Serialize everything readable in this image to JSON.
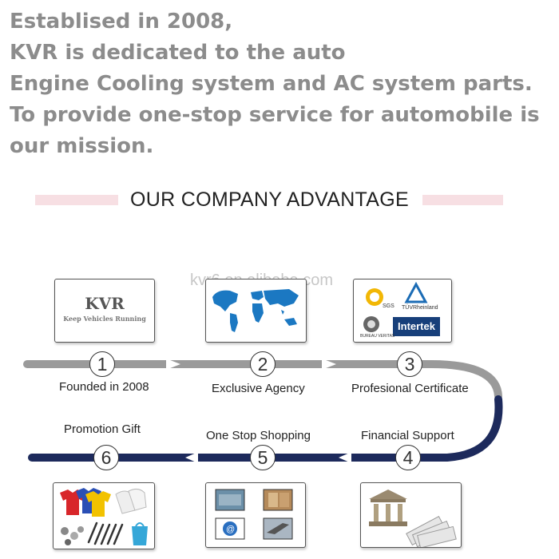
{
  "intro": {
    "lines": [
      "Establised in 2008,",
      "KVR is dedicated to the auto",
      "Engine Cooling system and AC system parts.",
      "To provide one-stop service for automobile is",
      "our mission."
    ]
  },
  "section_title": "OUR COMPANY ADVANTAGE",
  "watermark": "kvr6.en.alibaba.com",
  "logo": {
    "title": "KVR",
    "tagline": "Keep Vehicles Running"
  },
  "certs": {
    "sgs": "SGS",
    "tuv": "TÜVRheinland",
    "intertek": "Intertek",
    "bureau": "BUREAU VERITAS"
  },
  "steps": [
    {
      "number": "1",
      "label": "Founded in 2008"
    },
    {
      "number": "2",
      "label": "Exclusive Agency"
    },
    {
      "number": "3",
      "label": "Profesional Certificate"
    },
    {
      "number": "4",
      "label": "Financial Support"
    },
    {
      "number": "5",
      "label": "One Stop Shopping"
    },
    {
      "number": "6",
      "label": "Promotion Gift"
    }
  ],
  "colors": {
    "intro_text": "#8c8c8c",
    "track_grey": "#9a9a9a",
    "track_navy": "#1d2a5c",
    "band_pink": "#f7dfe3"
  }
}
